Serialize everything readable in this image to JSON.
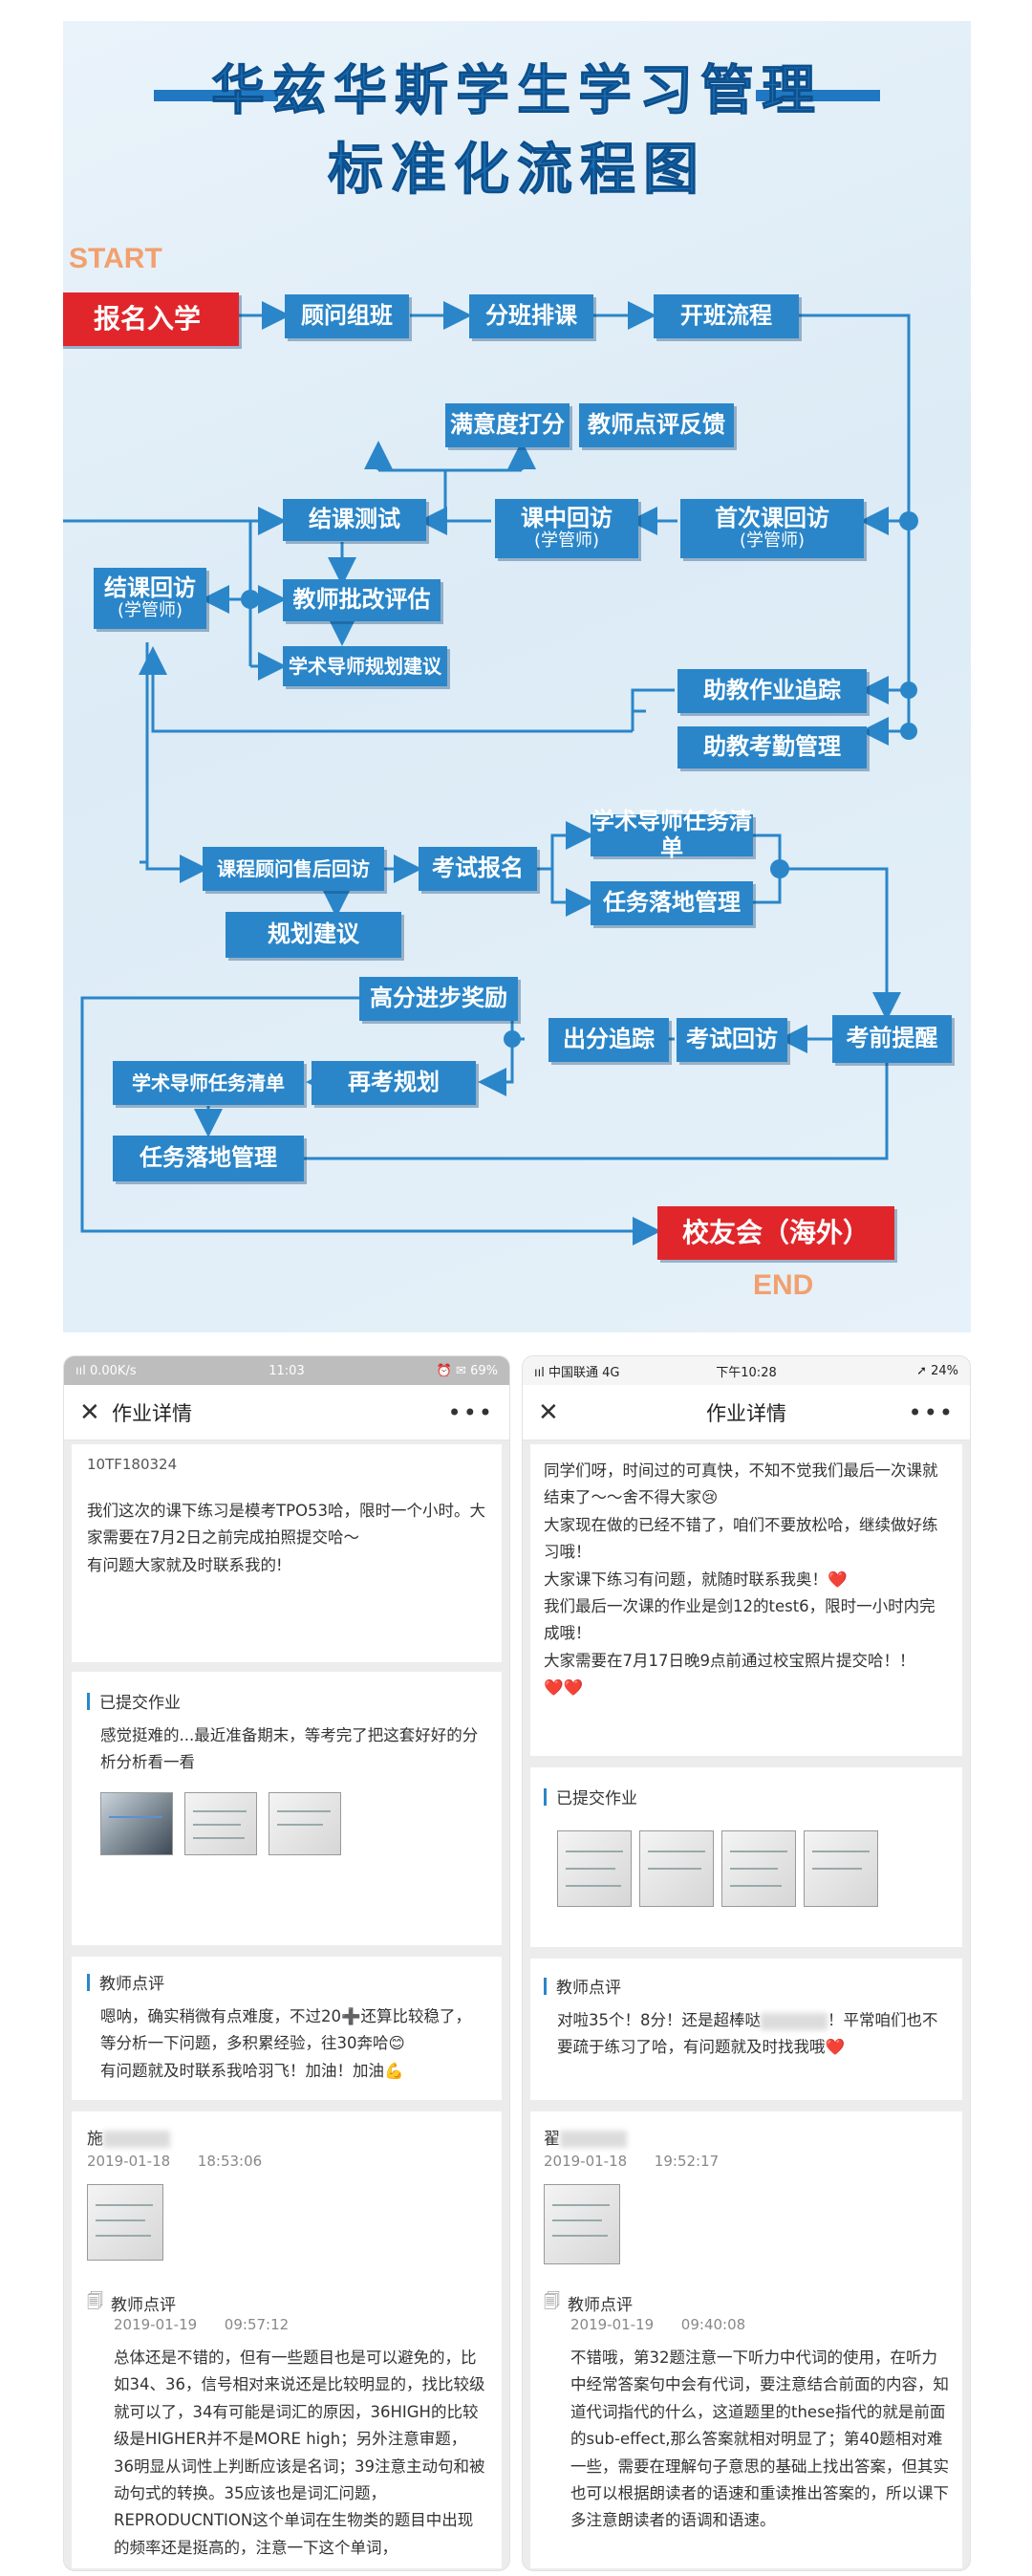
{
  "poster": {
    "title_line1": "华兹华斯学生学习管理",
    "title_line2": "标准化流程图",
    "start_label": "START",
    "end_label": "END",
    "nodes": {
      "enroll": "报名入学",
      "advisor_group": "顾问组班",
      "class_split": "分班排课",
      "class_start": "开班流程",
      "satisfaction": "满意度打分",
      "teacher_feedback": "教师点评反馈",
      "mid_visit": "课中回访",
      "mid_visit_sub": "(学管师)",
      "first_visit": "首次课回访",
      "first_visit_sub": "(学管师)",
      "final_test": "结课测试",
      "teacher_grading": "教师批改评估",
      "mentor_advice": "学术导师规划建议",
      "end_visit": "结课回访",
      "end_visit_sub": "(学管师)",
      "ta_homework": "助教作业追踪",
      "ta_attendance": "助教考勤管理",
      "after_sales": "课程顾问售后回访",
      "plan_advice": "规划建议",
      "exam_signup": "考试报名",
      "mentor_tasks": "学术导师任务清单",
      "task_exec": "任务落地管理",
      "high_score_award": "高分进步奖励",
      "score_track": "出分追踪",
      "exam_visit": "考试回访",
      "pre_exam_reminder": "考前提醒",
      "mentor_tasks_2": "学术导师任务清单",
      "retest_plan": "再考规划",
      "task_exec_2": "任务落地管理",
      "alumni": "校友会（海外）"
    }
  },
  "left_screen": {
    "status_left": "ııl 0.00K/s",
    "status_time": "11:03",
    "status_right": "⏰ ✉ 69%",
    "nav_title": "作业详情",
    "course_code": "10TF180324",
    "notice": "我们这次的课下练习是模考TPO53哈，限时一个小时。大家需要在7月2日之前完成拍照提交哈～\n有问题大家就及时联系我的!",
    "submitted_heading": "已提交作业",
    "submitted_text": "感觉挺难的...最近准备期末，等考完了把这套好好的分析分析看一看",
    "review_heading": "教师点评",
    "review_text": "嗯呐，确实稍微有点难度，不过20➕还算比较稳了，等分析一下问题，多积累经验，往30奔哈😊\n有问题就及时联系我哈羽飞！加油！加油💪",
    "student_name": "施",
    "student_date": "2019-01-18",
    "student_time": "18:53:06",
    "review2_heading": "教师点评",
    "review2_date": "2019-01-19",
    "review2_time": "09:57:12",
    "review2_text": "总体还是不错的，但有一些题目也是可以避免的，比如34、36，信号相对来说还是比较明显的，找比较级就可以了，34有可能是词汇的原因，36HIGH的比较级是HIGHER并不是MORE high；另外注意审题，36明显从词性上判断应该是名词；39注意主动句和被动句式的转换。35应该也是词汇问题，REPRODUCNTION这个单词在生物类的题目中出现的频率还是挺高的，注意一下这个单词，"
  },
  "right_screen": {
    "status_left": "ııl 中国联通 4G",
    "status_time": "下午10:28",
    "status_right": "➚ 24%",
    "nav_title": "作业详情",
    "notice": "同学们呀，时间过的可真快，不知不觉我们最后一次课就结束了～～舍不得大家😢\n大家现在做的已经不错了，咱们不要放松哈，继续做好练习哦！\n大家课下练习有问题，就随时联系我奥！❤️\n我们最后一次课的作业是剑12的test6，限时一小时内完成哦！\n大家需要在7月17日晚9点前通过校宝照片提交哈！！\n❤️❤️",
    "submitted_heading": "已提交作业",
    "review_heading": "教师点评",
    "review_text_a": "对啦35个！8分！还是超棒哒",
    "review_text_b": "！平常咱们也不要疏于练习了哈，有问题就及时找我哦❤️",
    "student_name": "翟",
    "student_date": "2019-01-18",
    "student_time": "19:52:17",
    "review2_heading": "教师点评",
    "review2_date": "2019-01-19",
    "review2_time": "09:40:08",
    "review2_text": "不错哦，第32题注意一下听力中代词的使用，在听力中经常答案句中会有代词，要注意结合前面的内容，知道代词指代的什么，这道题里的these指代的就是前面的sub-effect,那么答案就相对明显了；第40题相对难一些，需要在理解句子意思的基础上找出答案，但其实也可以根据朗读者的语速和重读推出答案的，所以课下多注意朗读者的语调和语速。"
  }
}
